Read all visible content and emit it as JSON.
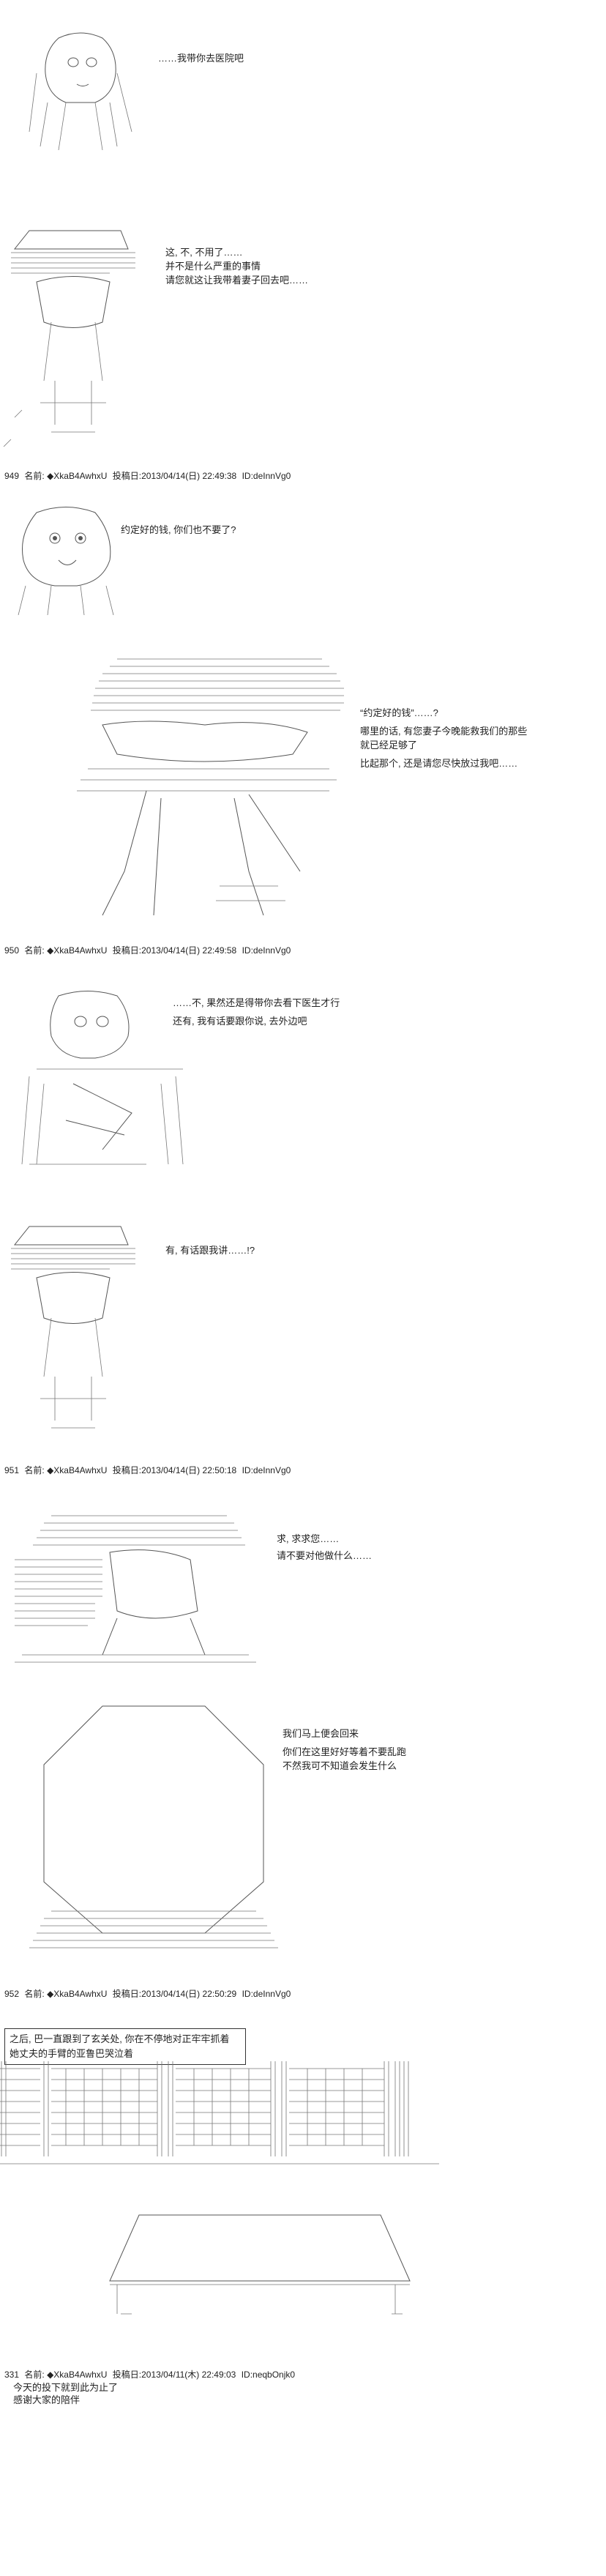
{
  "panels": [
    {
      "lines": [
        "……我带你去医院吧"
      ]
    },
    {
      "lines": [
        "这, 不, 不用了……",
        "并不是什么严重的事情",
        "请您就这让我带着妻子回去吧……"
      ]
    },
    {
      "lines": [
        "约定好的钱, 你们也不要了?"
      ]
    },
    {
      "lines": [
        "“约定好的钱”……?",
        "哪里的话, 有您妻子今晚能救我们的那些",
        "就已经足够了",
        "比起那个, 还是请您尽快放过我吧……"
      ]
    },
    {
      "lines": [
        "……不, 果然还是得带你去看下医生才行",
        "还有, 我有话要跟你说, 去外边吧"
      ]
    },
    {
      "lines": [
        "有, 有话跟我讲……!?"
      ]
    },
    {
      "lines": [
        "求, 求求您……",
        "请不要对他做什么……"
      ]
    },
    {
      "lines": [
        "我们马上便会回来",
        "你们在这里好好等着不要乱跑",
        "不然我可不知道会发生什么"
      ]
    }
  ],
  "posts": [
    {
      "num": "949",
      "label": "名前:",
      "name": "◆XkaB4AwhxU",
      "posted": "投稿日:2013/04/14(日) 22:49:38",
      "id": "ID:deInnVg0"
    },
    {
      "num": "950",
      "label": "名前:",
      "name": "◆XkaB4AwhxU",
      "posted": "投稿日:2013/04/14(日) 22:49:58",
      "id": "ID:deInnVg0"
    },
    {
      "num": "951",
      "label": "名前:",
      "name": "◆XkaB4AwhxU",
      "posted": "投稿日:2013/04/14(日) 22:50:18",
      "id": "ID:deInnVg0"
    },
    {
      "num": "952",
      "label": "名前:",
      "name": "◆XkaB4AwhxU",
      "posted": "投稿日:2013/04/14(日) 22:50:29",
      "id": "ID:deInnVg0"
    }
  ],
  "narration": [
    "之后, 巴一直跟到了玄关处, 你在不停地对正牢牢抓着",
    "她丈夫的手臂的亚鲁巴哭泣着"
  ],
  "last_post": {
    "num": "331",
    "label": "名前:",
    "name": "◆XkaB4AwhxU",
    "posted": "投稿日:2013/04/11(木) 22:49:03",
    "id": "ID:neqbOnjk0"
  },
  "closing": [
    "今天的投下就到此为止了",
    "感谢大家的陪伴"
  ]
}
